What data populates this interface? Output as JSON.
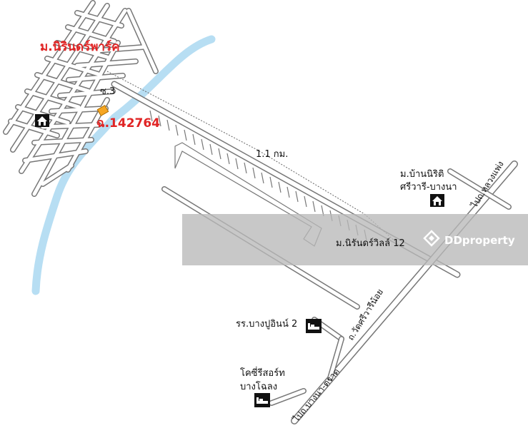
{
  "labels": {
    "village_nirinpark": "ม.นิรินดร์พาร์ค",
    "soi": "ซ.3",
    "property_code": "ฉ.142764",
    "distance": "1.1 กม.",
    "village_bannirit_line1": "ม.บ้านนิริติ",
    "village_bannirit_line2": "ศรีวารี-บางนา",
    "village_nirinville": "ม.นิรันดร์วิลล์ 12",
    "to_luangpaeng": "ไปถ.หลวงแพ่ง",
    "road_watsriwanoi": "ถ.วัดศรีวารีน้อย",
    "school": "รร.บางปูอินน์ 2",
    "resort_line1": "โคซี่รีสอร์ท",
    "resort_line2": "บางโฉลง",
    "to_bangna_trad": "ไปถ.บางนา-ตราด"
  },
  "watermark": {
    "text": "DDproperty"
  },
  "icons": {
    "home": "house-icon",
    "hotel": "bed-icon",
    "property": "property-marker-icon",
    "logo": "ddproperty-logo-icon"
  },
  "colors": {
    "river": "#b7def3",
    "road_stroke": "#777777",
    "highlight": "#e02424",
    "property": "#f5a623",
    "banner": "#b8b8b8"
  }
}
